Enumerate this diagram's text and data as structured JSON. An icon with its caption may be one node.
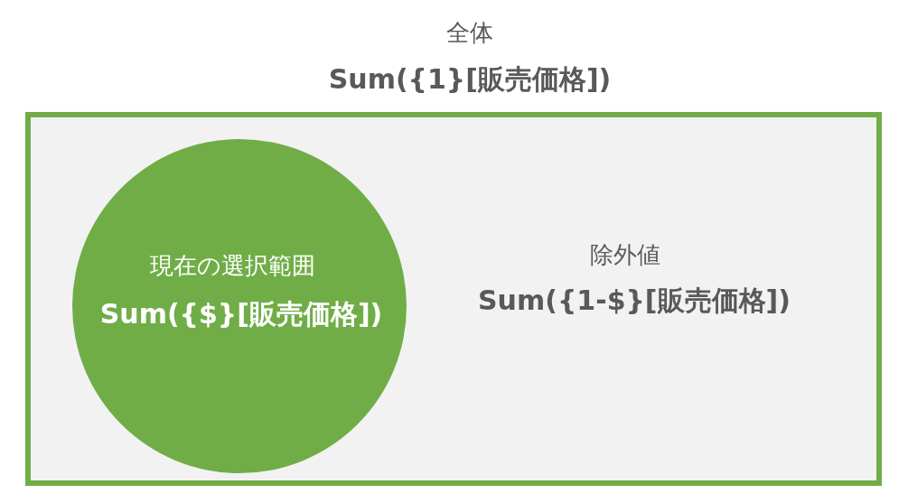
{
  "diagram": {
    "nodes": [
      {
        "text": [
          "全体",
          "Sum({1}[販売価格])"
        ]
      },
      {
        "text": [
          "現在の選択範囲",
          "Sum({$}[販売価格])"
        ],
        "in": 0
      }
    ],
    "labels": [
      "除外値",
      "Sum({1-$}[販売価格])"
    ]
  }
}
